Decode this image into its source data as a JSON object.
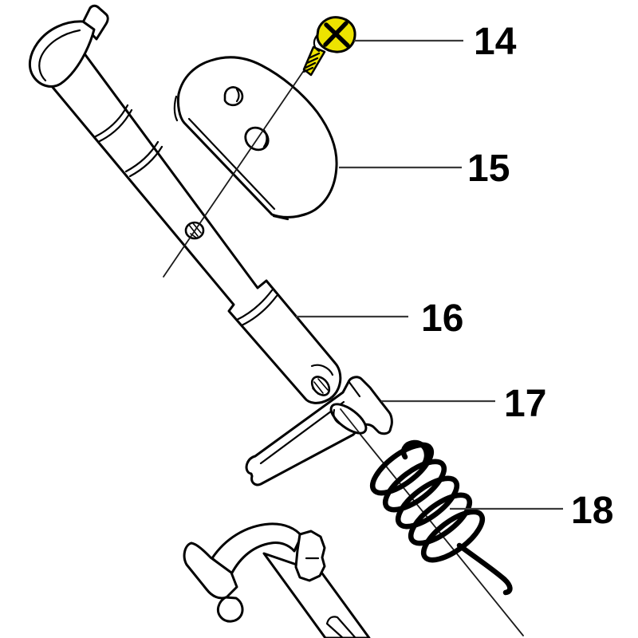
{
  "diagram": {
    "background_color": "#ffffff",
    "outline_color": "#000000",
    "leader_color": "#3a3a3a",
    "highlight_color": "#ede300",
    "callouts": [
      {
        "label": "14",
        "part": "pan-head-screw",
        "highlighted": true
      },
      {
        "label": "15",
        "part": "cover-plate",
        "highlighted": false
      },
      {
        "label": "16",
        "part": "shaft",
        "highlighted": false
      },
      {
        "label": "17",
        "part": "lever-arm",
        "highlighted": false
      },
      {
        "label": "18",
        "part": "coil-spring",
        "highlighted": false
      }
    ]
  }
}
